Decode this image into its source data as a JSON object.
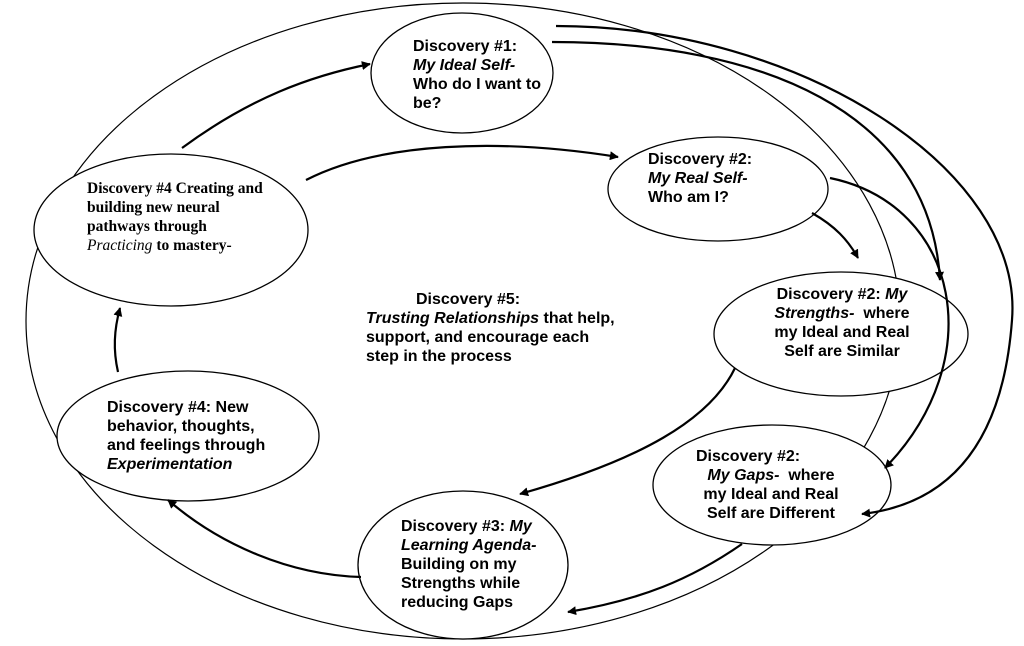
{
  "nodes": {
    "ideal_self": {
      "line1": "Discovery #1:",
      "line2": "My Ideal Self-",
      "line3": "Who do I want to",
      "line4": "be?"
    },
    "real_self": {
      "line1": "Discovery #2:",
      "line2": "My Real Self-",
      "line3": "Who am I?"
    },
    "strengths": {
      "line1_a": "Discovery #2: ",
      "line1_b": "My",
      "line2_a": "Strengths-",
      "line2_b": "  where",
      "line3": "my Ideal and Real",
      "line4": "Self are Similar"
    },
    "gaps": {
      "line1": "Discovery #2:",
      "line2_a": "My Gaps-",
      "line2_b": "  where",
      "line3": "my Ideal and Real",
      "line4": "Self are Different"
    },
    "learning_agenda": {
      "line1_a": "Discovery #3: ",
      "line1_b": "My",
      "line2": "Learning Agenda-",
      "line3": "Building on my",
      "line4": "Strengths while",
      "line5": "reducing Gaps"
    },
    "experimentation": {
      "line1": "Discovery #4: New",
      "line2": "behavior, thoughts,",
      "line3": "and feelings through",
      "line4": "Experimentation"
    },
    "practicing": {
      "line1": "Discovery #4 Creating and",
      "line2": "building new neural",
      "line3": "pathways through",
      "line4_a": "Practicing",
      "line4_b": " to mastery-"
    },
    "trusting": {
      "line1": "Discovery #5:",
      "line2_a": "Trusting Relationships",
      "line2_b": " that help,",
      "line3": "support, and encourage each",
      "line4": "step in the process"
    }
  }
}
